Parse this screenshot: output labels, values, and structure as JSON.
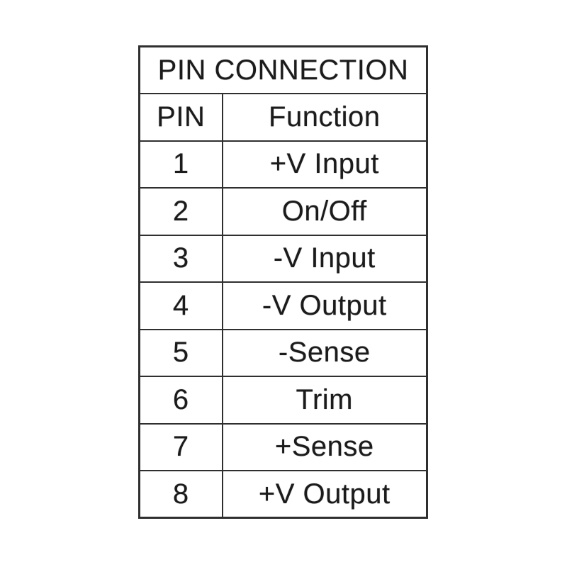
{
  "page": {
    "background": "#ffffff"
  },
  "pin_table": {
    "title": "PIN CONNECTION",
    "headers": {
      "pin": "PIN",
      "function": "Function"
    },
    "rows": [
      {
        "pin": "1",
        "function": "+V Input"
      },
      {
        "pin": "2",
        "function": "On/Off"
      },
      {
        "pin": "3",
        "function": "-V Input"
      },
      {
        "pin": "4",
        "function": "-V Output"
      },
      {
        "pin": "5",
        "function": "-Sense"
      },
      {
        "pin": "6",
        "function": "Trim"
      },
      {
        "pin": "7",
        "function": "+Sense"
      },
      {
        "pin": "8",
        "function": "+V Output"
      }
    ],
    "colors": {
      "border": "#2f2f2f",
      "text": "#1b1b1b",
      "background": "#ffffff"
    }
  }
}
